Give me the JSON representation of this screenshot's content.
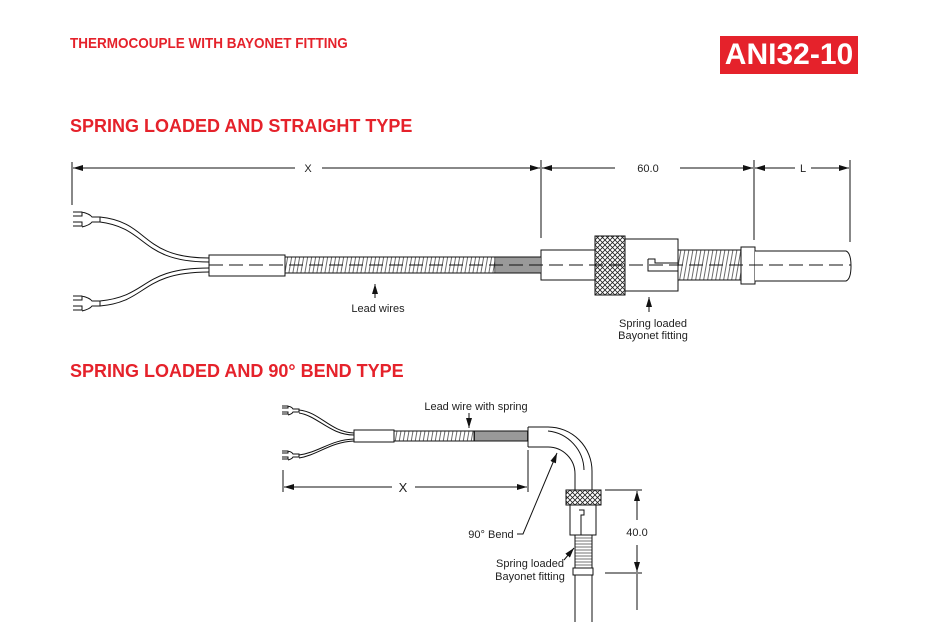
{
  "header": {
    "title": "THERMOCOUPLE WITH BAYONET FITTING",
    "code": "ANI32-10"
  },
  "straight": {
    "heading": "SPRING LOADED AND STRAIGHT TYPE",
    "dim_x": "X",
    "dim_60": "60.0",
    "dim_l": "L",
    "lead_label": "Lead wires",
    "fit_label_1": "Spring loaded",
    "fit_label_2": "Bayonet fitting"
  },
  "bend": {
    "heading": "SPRING LOADED AND 90° BEND TYPE",
    "lead_label": "Lead wire with spring",
    "dim_x": "X",
    "bend_label": "90° Bend",
    "fit_label_1": "Spring loaded",
    "fit_label_2": "Bayonet fitting",
    "dim_40": "40.0"
  },
  "colors": {
    "accent": "#e5222b"
  }
}
